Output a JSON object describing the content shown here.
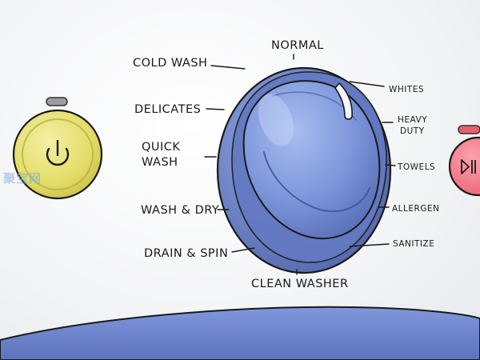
{
  "dial": {
    "cycles": {
      "normal": "NORMAL",
      "cold_wash": "COLD WASH",
      "delicates": "DELICATES",
      "quick_wash_line1": "QUICK",
      "quick_wash_line2": "WASH",
      "wash_dry": "WASH & DRY",
      "drain_spin": "DRAIN & SPIN",
      "clean_washer": "CLEAN WASHER",
      "whites": "WHITES",
      "heavy_duty_line1": "HEAVY",
      "heavy_duty_line2": "DUTY",
      "towels": "TOWELS",
      "allergen": "ALLERGEN",
      "sanitize": "SANITIZE"
    }
  },
  "watermark": "聚宝网",
  "colors": {
    "dial_blue": "#7b95d8",
    "dial_dark": "#4e63a8",
    "power_yellow": "#e6e070",
    "start_red": "#f07a86",
    "outline": "#1a1a1a"
  },
  "icons": {
    "power": "power-icon",
    "play_pause": "play-pause-icon"
  }
}
